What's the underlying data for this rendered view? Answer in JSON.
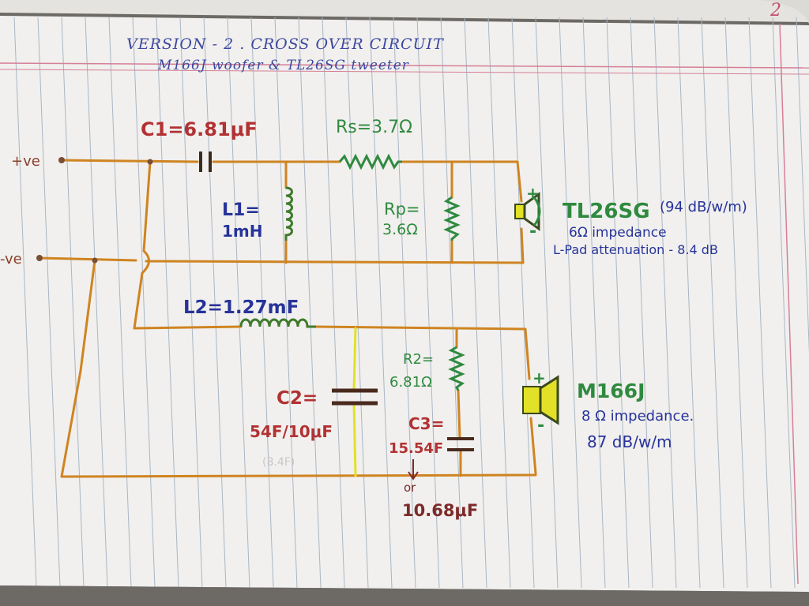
{
  "page": {
    "title_line1": "VERSION - 2 . CROSS OVER CIRCUIT",
    "title_line2": "M166J woofer & TL26SG tweeter",
    "corner_mark": "2"
  },
  "inputs": {
    "positive": "+ve",
    "negative": "-ve"
  },
  "components": {
    "c1": "C1=6.81μF",
    "l1_name": "L1=",
    "l1_value": "1mH",
    "rs": "Rs=3.7Ω",
    "rp_name": "Rp=",
    "rp_value": "3.6Ω",
    "l2": "L2=1.27mF",
    "r2_name": "R2=",
    "r2_value": "6.81Ω",
    "c2_name": "C2=",
    "c2_value": "54F/10μF",
    "c2_faint": "(8.4F)",
    "c3_name": "C3=",
    "c3_value": "15.54F",
    "c3_or": "or",
    "c3_alt": "10.68μF"
  },
  "tweeter": {
    "name": "TL26SG",
    "sensitivity": "(94 dB/w/m)",
    "impedance": "6Ω impedance",
    "attenuation": "L-Pad attenuation - 8.4 dB"
  },
  "woofer": {
    "name": "M166J",
    "impedance": "8 Ω impedance.",
    "sensitivity": "87 dB/w/m"
  },
  "polarity": {
    "tweeter_plus": "+",
    "tweeter_minus": "-",
    "woofer_plus": "+",
    "woofer_minus": "-"
  },
  "colors": {
    "paper": "#f1f0ee",
    "ruled_line": "#a9b6c4",
    "margin_line": "#d67f97",
    "wire_orange": "#cf8421",
    "wire_yellow": "#e3e127",
    "ink_red": "#b23233",
    "ink_green": "#2f8a3f",
    "ink_blue": "#27339a",
    "ink_darkred": "#7d2a2a",
    "dot": "#7a4f33"
  }
}
